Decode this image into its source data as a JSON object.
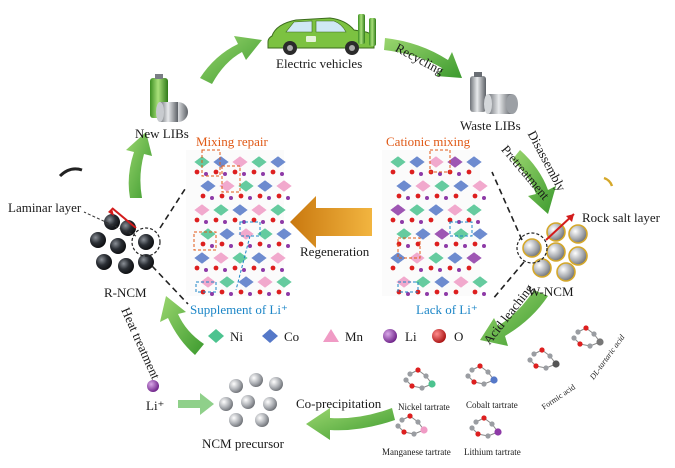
{
  "labels": {
    "electric_vehicles": "Electric vehicles",
    "recycling": "Recycling",
    "waste_libs": "Waste LIBs",
    "disassembly": "Disassembly",
    "pretreatment": "Pretreatment",
    "new_libs": "New LIBs",
    "laminar_layer": "Laminar layer",
    "rock_salt_layer": "Rock salt layer",
    "r_ncm": "R-NCM",
    "w_ncm": "W-NCM",
    "regeneration": "Regeneration",
    "mixing_repair": "Mixing repair",
    "cationic_mixing": "Cationic mixing",
    "supplement_li": "Supplement of Li⁺",
    "lack_li": "Lack of Li⁺",
    "heat_treatment": "Heat treatment",
    "acid_leaching": "Acid leaching",
    "li_plus": "Li⁺",
    "ncm_precursor": "NCM precursor",
    "co_precipitation": "Co-precipitation",
    "nickel_tartrate": "Nickel tartrate",
    "cobalt_tartrate": "Cobalt tartrate",
    "formic_acid": "Formic acid",
    "dl_tartaric_acid": "DL-tartaric acid",
    "manganese_tartrate": "Manganese tartrate",
    "lithium_tartrate": "Lithium tartrate"
  },
  "legend": [
    {
      "name": "Ni",
      "color": "#4cc38f",
      "shape": "diamond"
    },
    {
      "name": "Co",
      "color": "#5578c8",
      "shape": "diamond"
    },
    {
      "name": "Mn",
      "color": "#f09bc5",
      "shape": "triangle"
    },
    {
      "name": "Li",
      "color": "#8e3aa7",
      "shape": "sphere"
    },
    {
      "name": "O",
      "color": "#dd1f1f",
      "shape": "sphere"
    }
  ],
  "colors": {
    "cycle_arrow": "#4caa3a",
    "regeneration_arrow": "#e39a22",
    "ni": "#4cc38f",
    "co": "#5578c8",
    "mn": "#f09bc5",
    "li": "#8e3aa7",
    "o": "#dd1f1f",
    "repair_highlight": "#e05a17",
    "li_highlight": "#1c86c7"
  }
}
